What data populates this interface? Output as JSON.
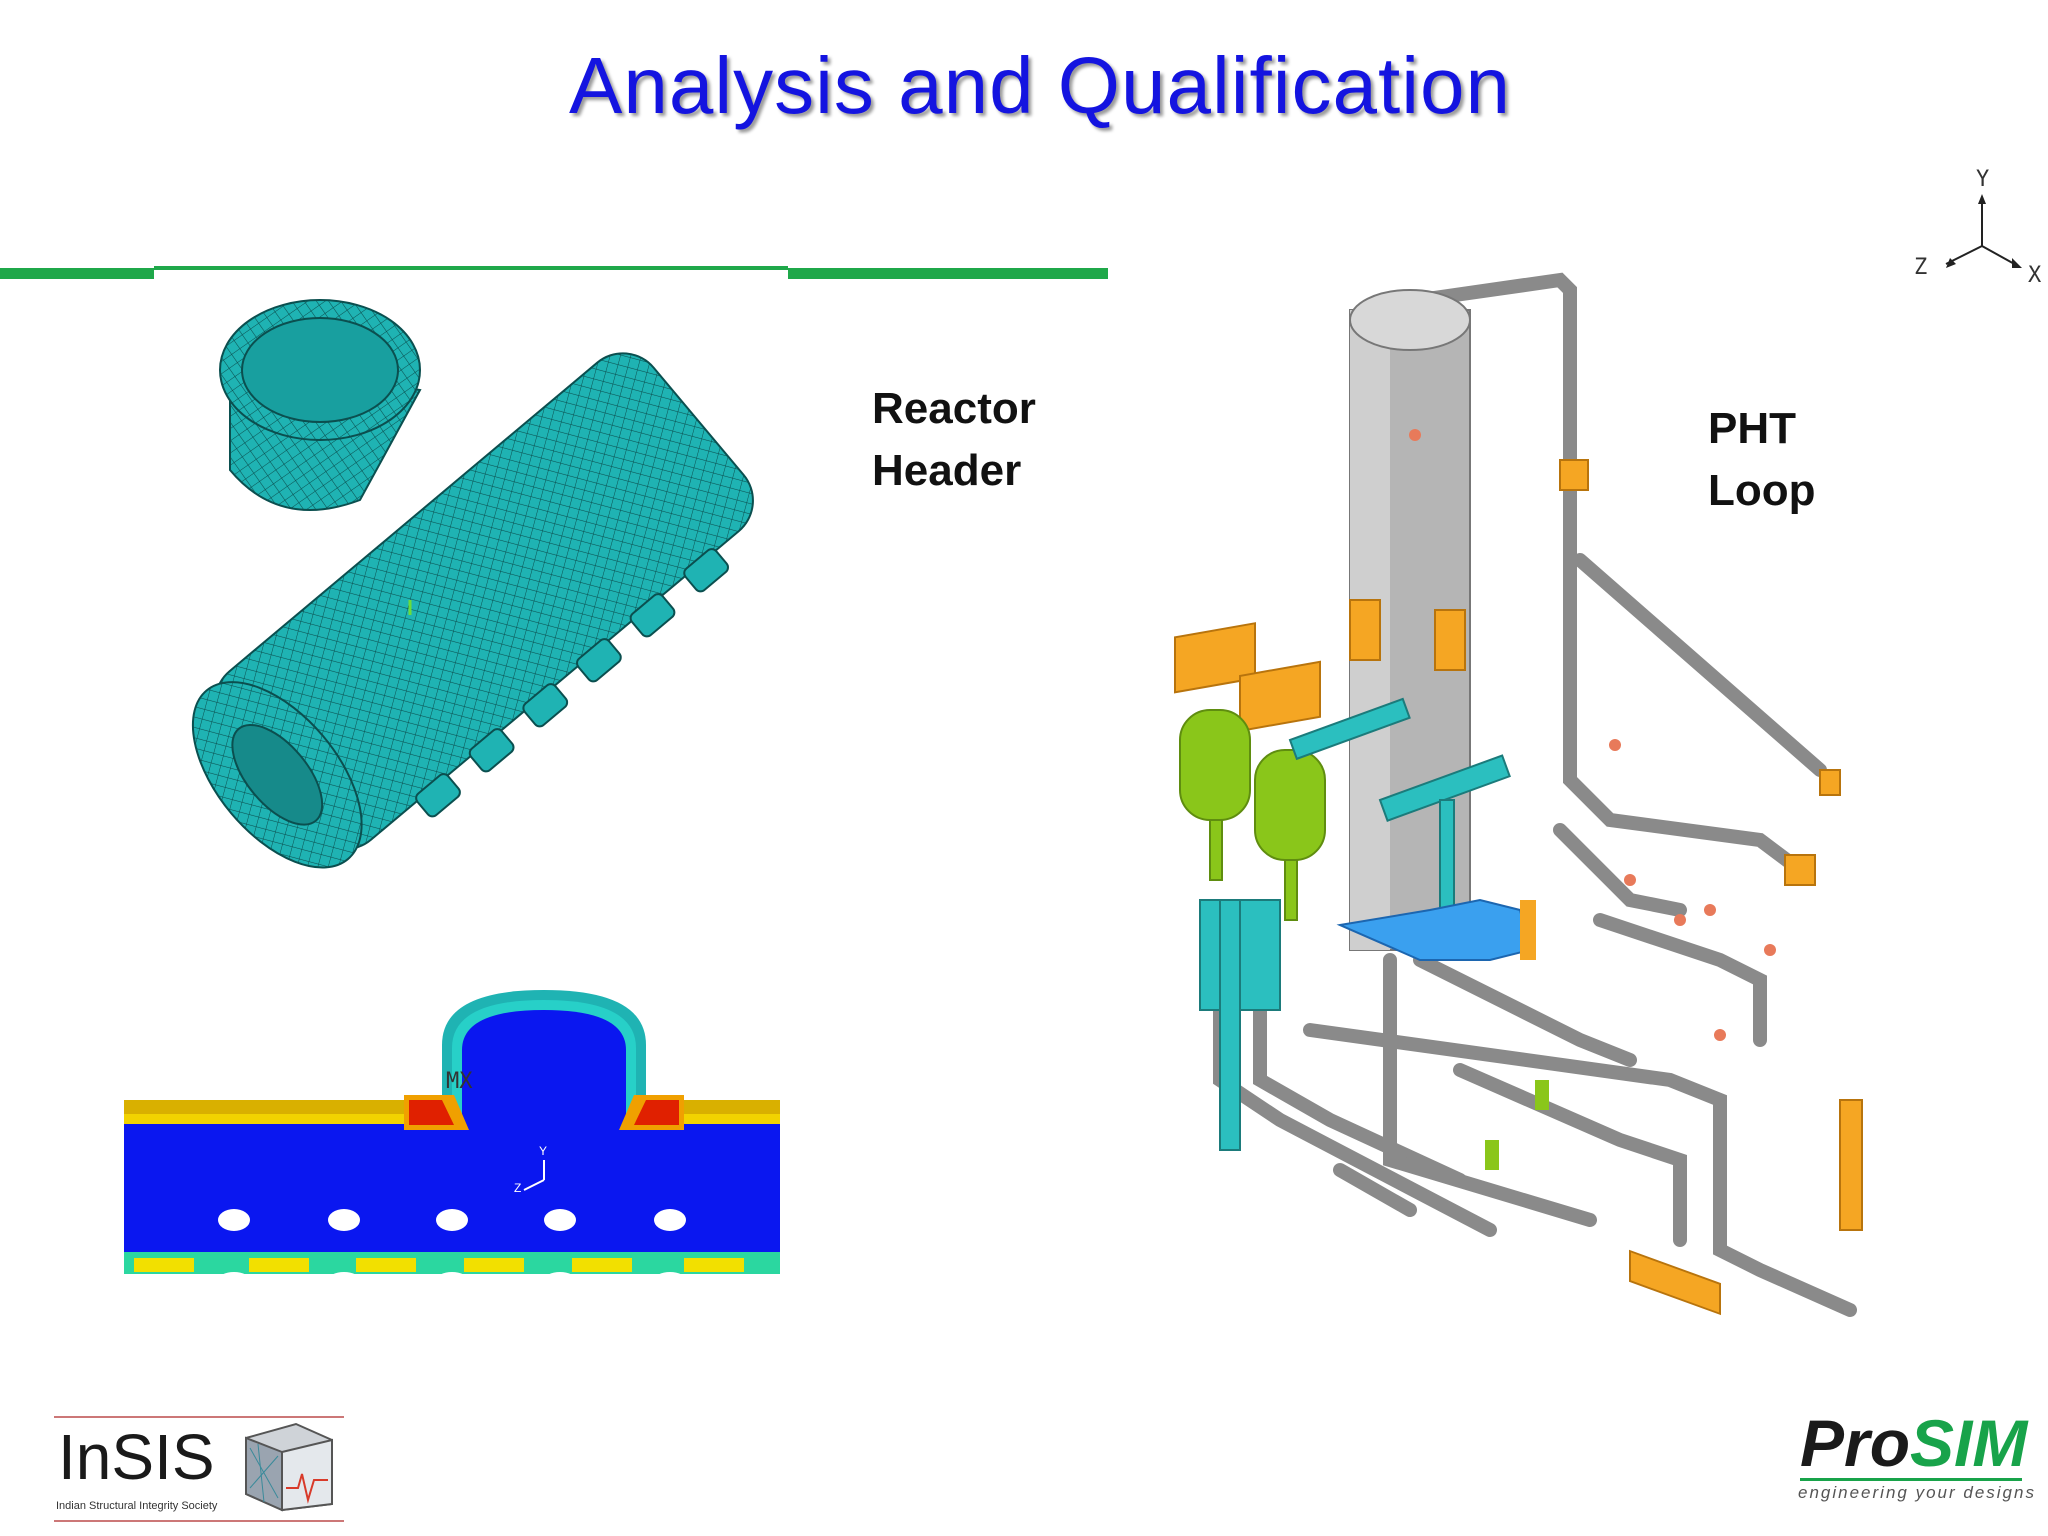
{
  "slide": {
    "title": "Analysis and Qualification"
  },
  "labels": {
    "reactor_header": [
      "Reactor",
      "Header"
    ],
    "pht_loop": [
      "PHT",
      "Loop"
    ]
  },
  "axis_triad": {
    "y": "Y",
    "z": "Z",
    "x": "X"
  },
  "contour_triad": {
    "y": "Y",
    "z": "Z"
  },
  "contour_markers": {
    "max": "MX"
  },
  "logos": {
    "insis": {
      "name": "InSIS",
      "subtitle": "Indian Structural Integrity Society"
    },
    "prosim": {
      "name_part1": "Pro",
      "name_part2": "SIM",
      "tagline": "engineering your designs"
    }
  },
  "colors": {
    "title": "#1414e0",
    "rule": "#1fa84a",
    "mesh": "#1fb3b3",
    "contour_blue": "#0a17f0",
    "pipe_gray": "#a9a9a9",
    "support_orange": "#f5a623",
    "tank_green": "#8ac61a",
    "prosim_green": "#18a34a"
  }
}
